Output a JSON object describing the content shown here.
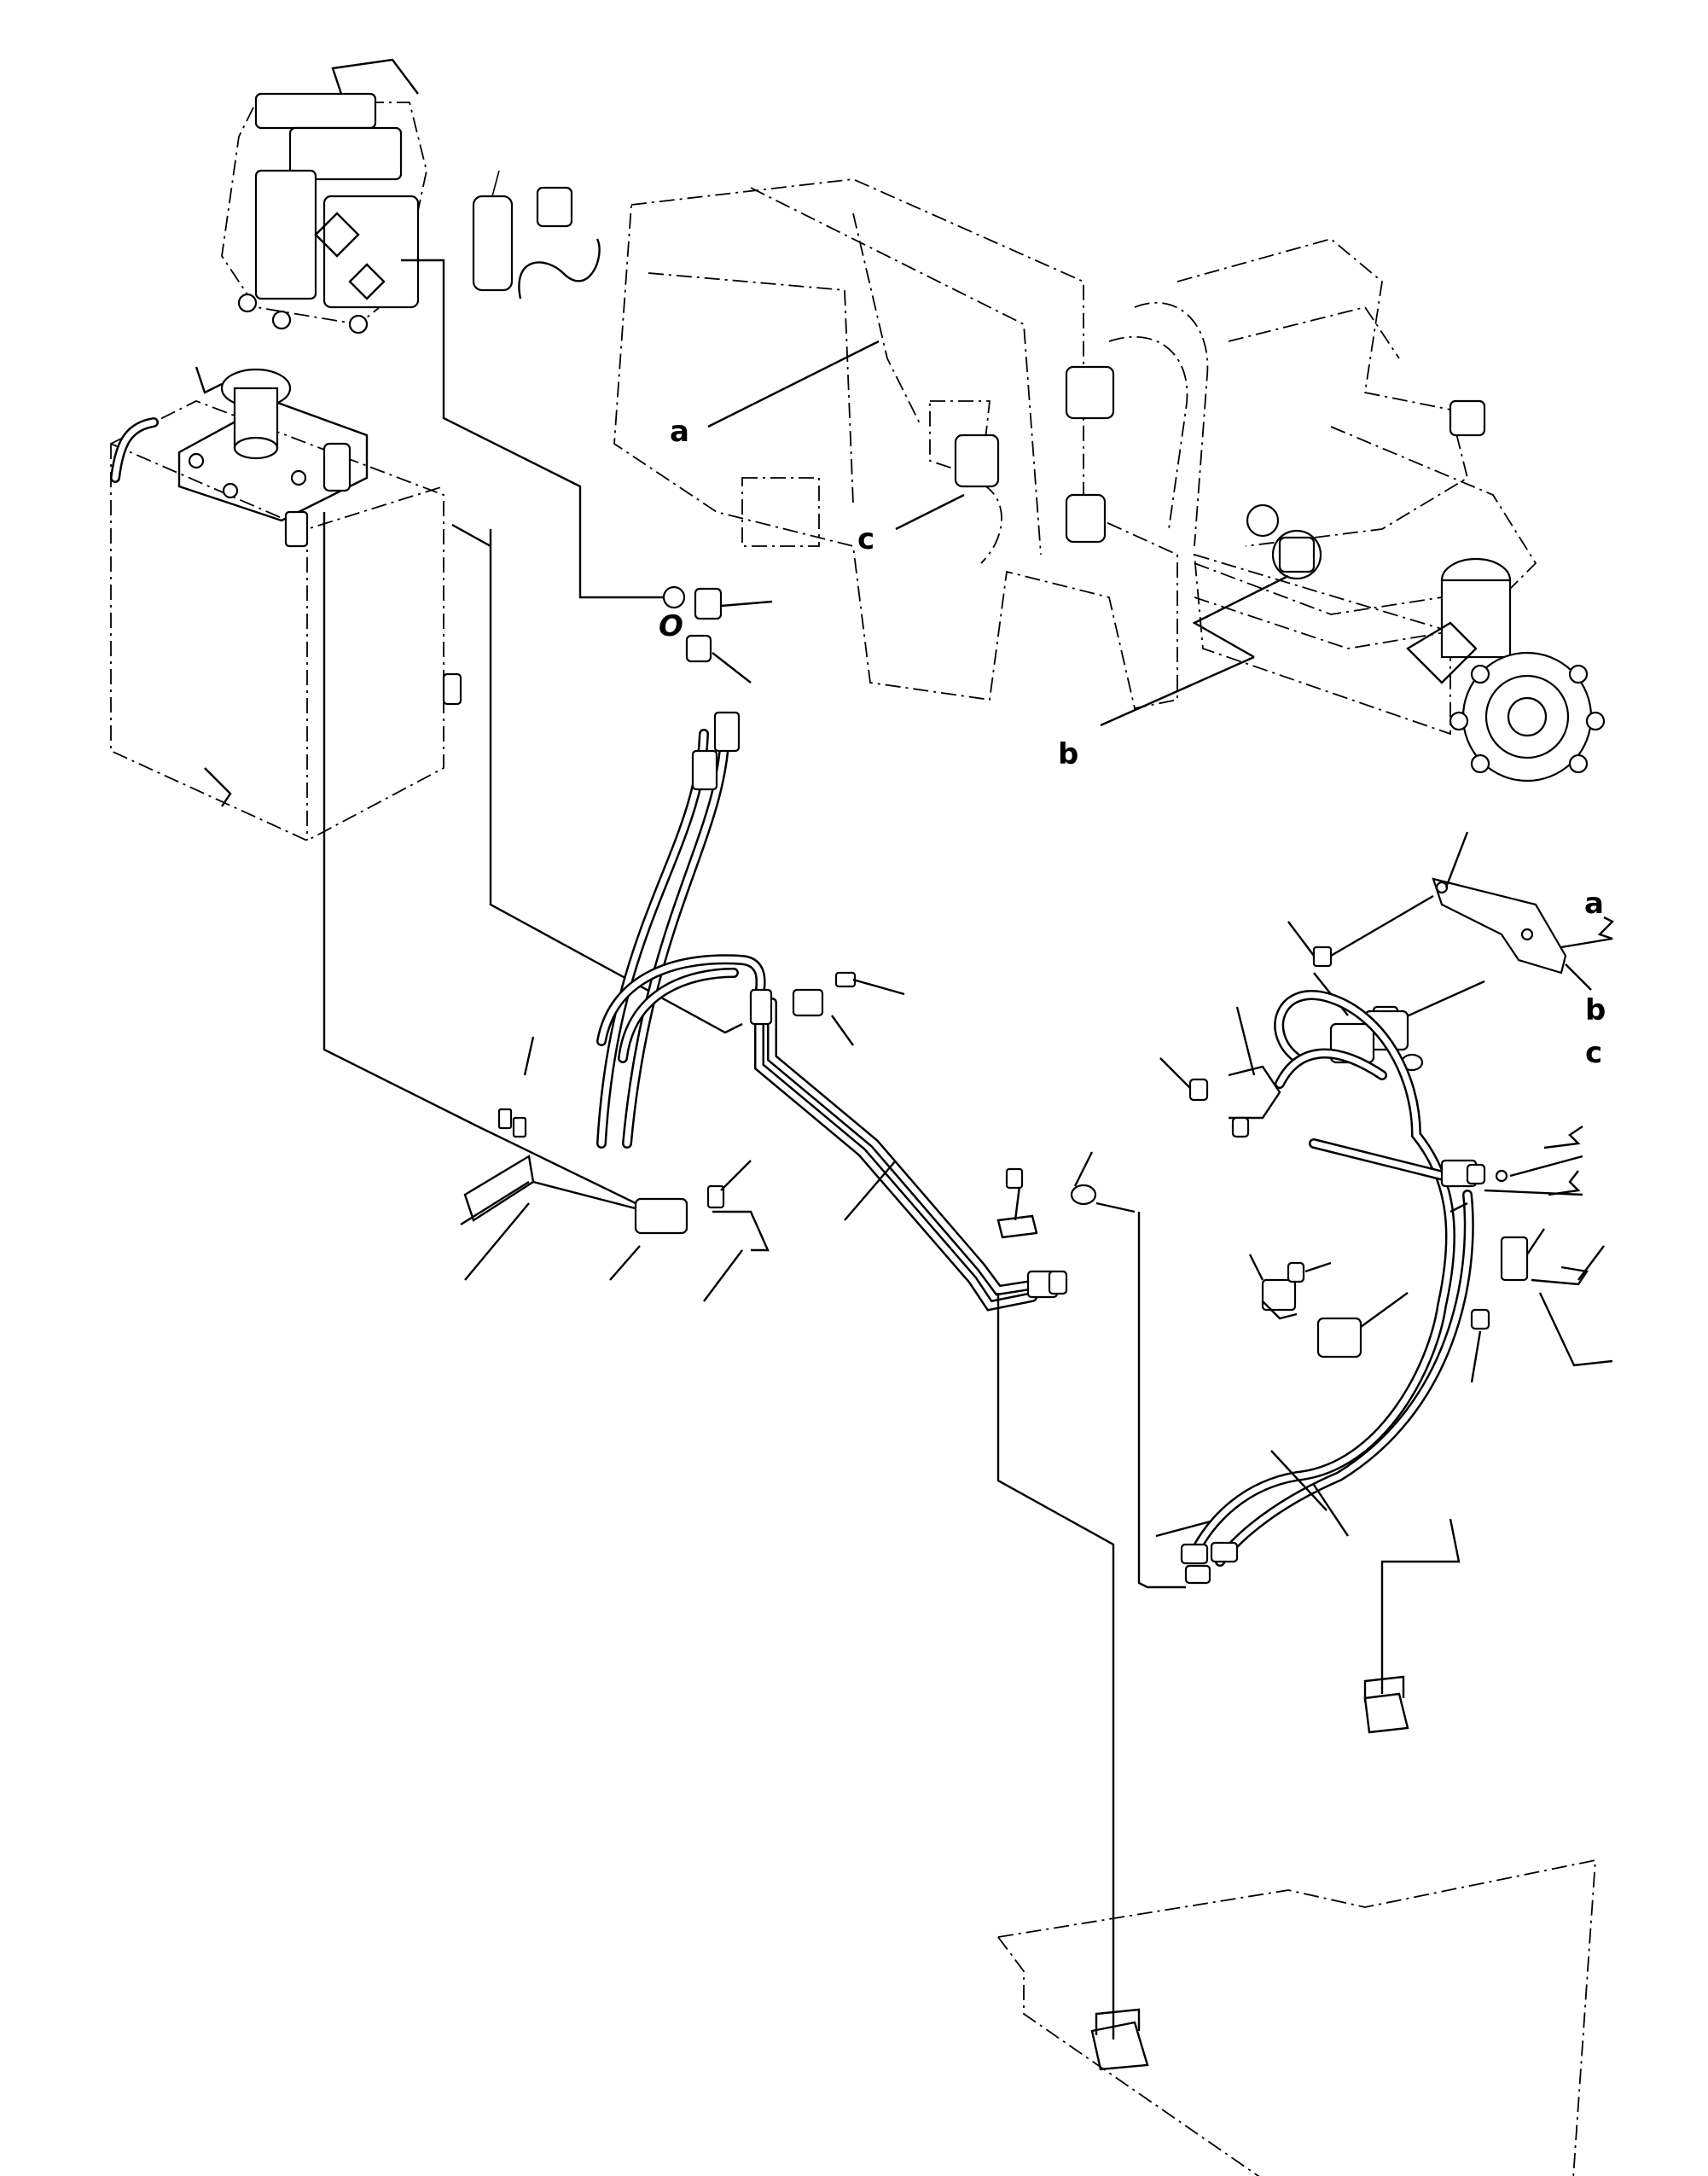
{
  "callouts": {
    "a_frame": "a",
    "a_bracket": "a",
    "b_axle": "b",
    "b_right": "b",
    "c_frame": "c",
    "c_right": "c",
    "o_ring": "O"
  }
}
